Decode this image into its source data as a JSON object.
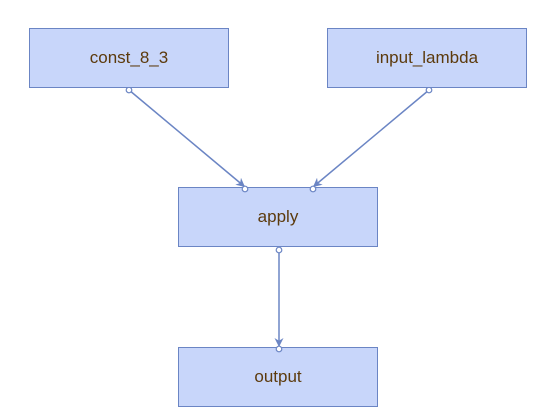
{
  "colors": {
    "node_fill": "#c8d6fa",
    "node_border": "#6b85c4",
    "label_text": "#5c3a0c",
    "edge": "#6b85c4"
  },
  "nodes": {
    "const": {
      "label": "const_8_3"
    },
    "input": {
      "label": "input_lambda"
    },
    "apply": {
      "label": "apply"
    },
    "output": {
      "label": "output"
    }
  },
  "edges": [
    {
      "from": "const",
      "to": "apply"
    },
    {
      "from": "input",
      "to": "apply"
    },
    {
      "from": "apply",
      "to": "output"
    }
  ]
}
